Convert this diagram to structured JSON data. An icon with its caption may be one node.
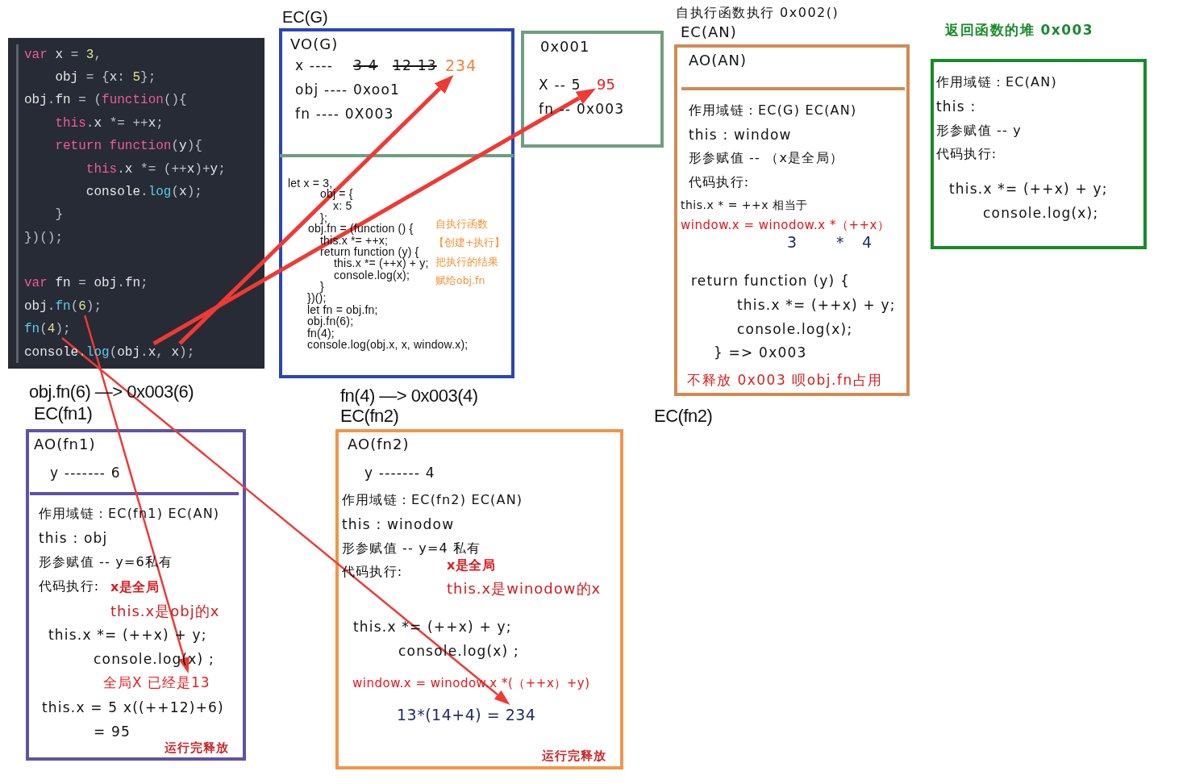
{
  "diagram": {
    "nodes": [
      {
        "text": [
          "var x = 3,",
          "obj = {x: 5};",
          "obj.fn = (function(){",
          "this.x *= ++x;",
          "return function(y){",
          "this.x *= (++x)+y;",
          "console.log(x);",
          "}",
          "})();",
          "var fn = obj.fn;"
        ]
      },
      {
        "text": [
          "obj.fn(6);"
        ],
        "in": 0
      },
      {
        "text": [
          "fn(4);"
        ],
        "in": 0
      },
      {
        "text": [
          "console.log(obj.x, x);"
        ],
        "in": 0
      },
      {
        "text": [
          "EC(G)",
          "VO(G)",
          "x ----",
          "3 4",
          "12 13",
          "obj ---- 0xoo1",
          "fn ---- 0X003",
          "let x = 3,",
          "obj = {",
          "x: 5",
          "};",
          "obj.fn = (function () {",
          "this.x *= ++x;",
          "return function (y) {",
          "this.x *= (++x) + y;",
          "console.log(x);",
          "}",
          "})();",
          "let fn = obj.fn;",
          "obj.fn(6);",
          "fn(4);",
          "console.log(obj.x, x, window.x);",
          "自执行函数",
          "【创建+执行】",
          "把执行的结果",
          "赋给obj.fn"
        ]
      },
      {
        "text": [
          "234"
        ],
        "in": 4
      },
      {
        "text": [
          "0x001",
          "X -- 5",
          "fn -- 0x003"
        ]
      },
      {
        "text": [
          "95"
        ],
        "in": 6
      },
      {
        "text": [
          "自执行函数执行 0x002()",
          "EC(AN)",
          "AO(AN)",
          "作用域链：EC(G) EC(AN)",
          "this : window",
          "形参赋值 -- （x是全局）",
          "代码执行:",
          "this.x * = ++x 相当于",
          "window.x = winodow.x *（++x）",
          "3",
          "*",
          "4",
          "return function (y) {",
          "this.x *= (++x) + y;",
          "console.log(x);",
          "} => 0x003",
          "不释放 0x003 呗obj.fn占用"
        ]
      },
      {
        "text": [
          "返回函数的堆 0x003",
          "作用域链：EC(AN)",
          "this :",
          "形参赋值 -- y",
          "代码执行:",
          "this.x *= (++x) + y;",
          "console.log(x);"
        ]
      },
      {
        "text": [
          "obj.fn(6) —> 0x003(6)",
          "EC(fn1)",
          "AO(fn1)",
          "y ------- 6",
          "作用域链：EC(fn1) EC(AN)",
          "this : obj",
          "形参赋值 -- y=6私有",
          "代码执行:",
          "x是全局",
          "this.x是obj的x",
          "this.x *= (++x) + y;",
          "console.log(x) ;",
          "this.x = 5 x((++12)+6)",
          "= 95",
          "运行完释放"
        ]
      },
      {
        "text": [
          "全局X 已经是13"
        ],
        "in": 10
      },
      {
        "text": [
          "fn(4) —> 0x003(4)",
          "EC(fn2)",
          "AO(fn2)",
          "y ------- 4",
          "作用域链：EC(fn2) EC(AN)",
          "this : winodow",
          "形参赋值 -- y=4 私有",
          "代码执行:",
          "x是全局",
          "this.x是winodow的x",
          "this.x *= (++x) + y;",
          "console.log(x) ;",
          "window.x = winodow.x *(（++x）+y)",
          "运行完释放"
        ]
      },
      {
        "text": [
          "13*(14+4) = 234"
        ],
        "in": 12
      }
    ],
    "edges": [
      {
        "from": 3,
        "to": 5,
        "arrow": "to",
        "style": "thick"
      },
      {
        "from": 3,
        "to": 7,
        "arrow": "to",
        "style": "thick"
      },
      {
        "from": 1,
        "to": 11,
        "arrow": "to"
      },
      {
        "from": 2,
        "to": 13,
        "arrow": "to"
      }
    ],
    "labels": [
      "EC(fn2)"
    ]
  }
}
